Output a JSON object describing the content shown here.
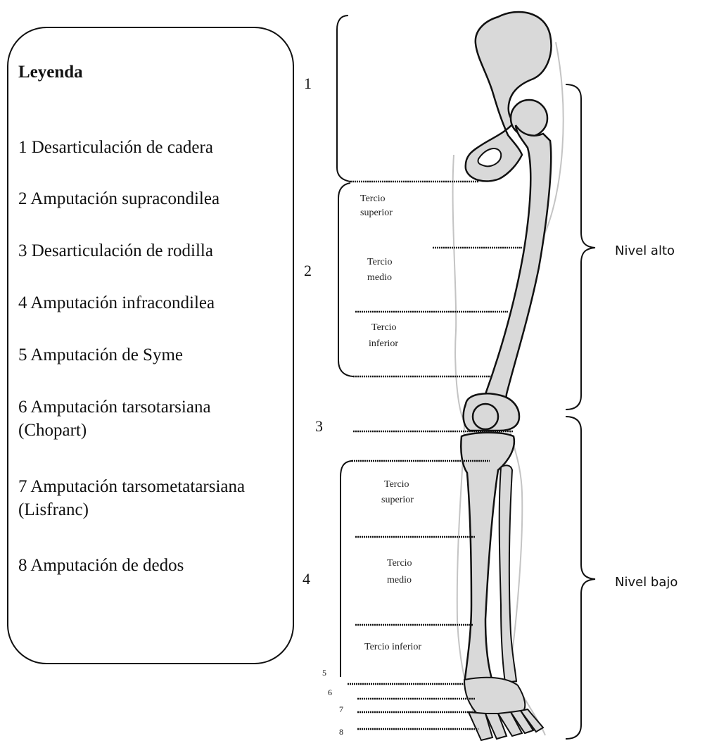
{
  "legend": {
    "title": "Leyenda",
    "items": [
      "1 Desarticulación de cadera",
      "2 Amputación supracondilea",
      "3 Desarticulación de rodilla",
      "4 Amputación infracondilea",
      "5 Amputación de Syme",
      "6 Amputación tarsotarsiana (Chopart)",
      "7 Amputación tarsometatarsiana (Lisfranc)",
      "8 Amputación de dedos"
    ]
  },
  "diagram": {
    "level_numbers": [
      "1",
      "2",
      "3",
      "4",
      "5",
      "6",
      "7",
      "8"
    ],
    "femur_thirds": {
      "upper": [
        "Tercio",
        "superior"
      ],
      "middle": [
        "Tercio",
        "medio"
      ],
      "lower": [
        "Tercio",
        "inferior"
      ]
    },
    "tibia_thirds": {
      "upper": [
        "Tercio",
        "superior"
      ],
      "middle": [
        "Tercio",
        "medio"
      ],
      "lower": "Tercio inferior"
    },
    "level_high": "Nivel alto",
    "level_low": "Nivel bajo"
  },
  "colors": {
    "bone_fill": "#d9d9d9",
    "bone_stroke": "#111111",
    "outline": "#c4c4c4",
    "line": "#111111"
  }
}
